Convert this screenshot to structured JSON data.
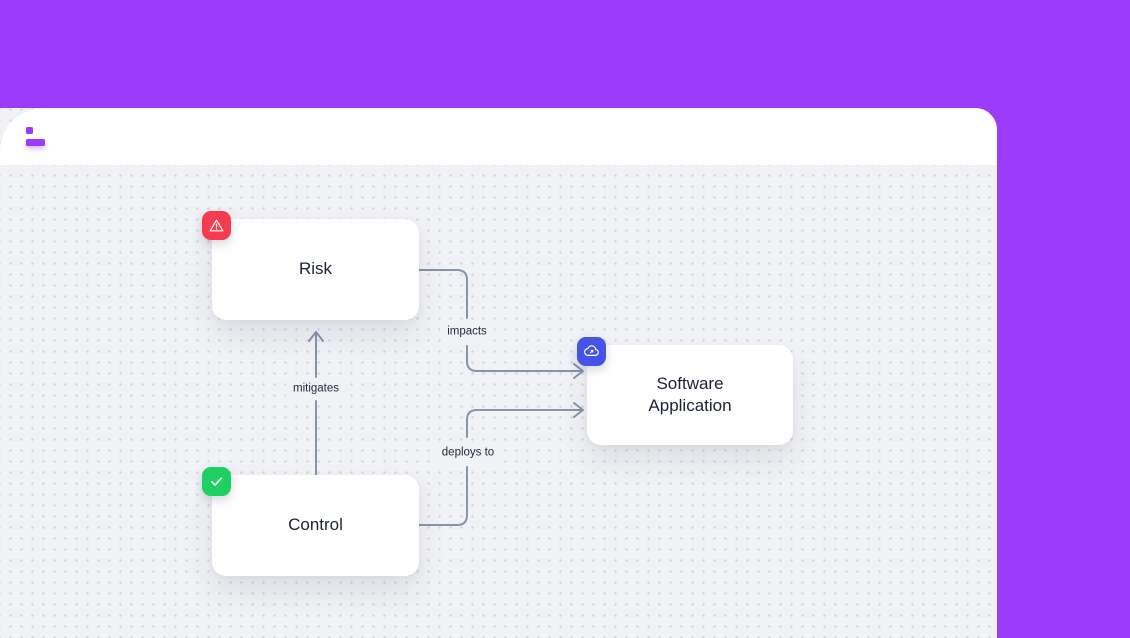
{
  "window": {
    "header": {
      "logo_icon": "brand-logo"
    }
  },
  "canvas": {
    "nodes": {
      "risk": {
        "label": "Risk",
        "icon": "warning-triangle-icon",
        "badge_color": "#f43b4f"
      },
      "control": {
        "label": "Control",
        "icon": "check-icon",
        "badge_color": "#1ecf62"
      },
      "software_application": {
        "label": "Software Application",
        "icon": "cloud-icon",
        "badge_color": "#4453e8"
      }
    },
    "edges": {
      "mitigates": {
        "label": "mitigates",
        "from": "Control",
        "to": "Risk"
      },
      "impacts": {
        "label": "impacts",
        "from": "Risk",
        "to": "Software Application"
      },
      "deploys_to": {
        "label": "deploys to",
        "from": "Control",
        "to": "Software Application"
      }
    },
    "colors": {
      "page_background": "#9a3cfa",
      "canvas_background": "#f1f2f6",
      "edge_stroke": "#8794a9",
      "node_text": "#1a2233"
    }
  }
}
